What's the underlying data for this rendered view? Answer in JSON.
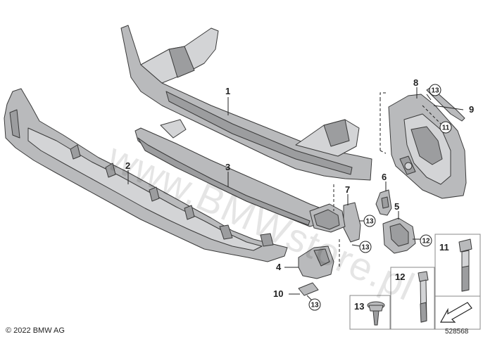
{
  "diagram": {
    "callouts": {
      "c1": "1",
      "c2": "2",
      "c3": "3",
      "c4": "4",
      "c5": "5",
      "c6": "6",
      "c7": "7",
      "c8": "8",
      "c9": "9",
      "c10": "10",
      "c11": "11",
      "c12": "12",
      "c13": "13"
    },
    "circled": {
      "r13a": "13",
      "r11": "11",
      "r13b": "13",
      "r13c": "13",
      "r12": "12",
      "r13d": "13"
    },
    "legend": {
      "l11": "11",
      "l12": "12",
      "l13": "13"
    }
  },
  "footer": {
    "copyright": "© 2022 BMW AG",
    "doc_number": "528568"
  },
  "watermark": {
    "text": "www.BMWstore.pl"
  }
}
